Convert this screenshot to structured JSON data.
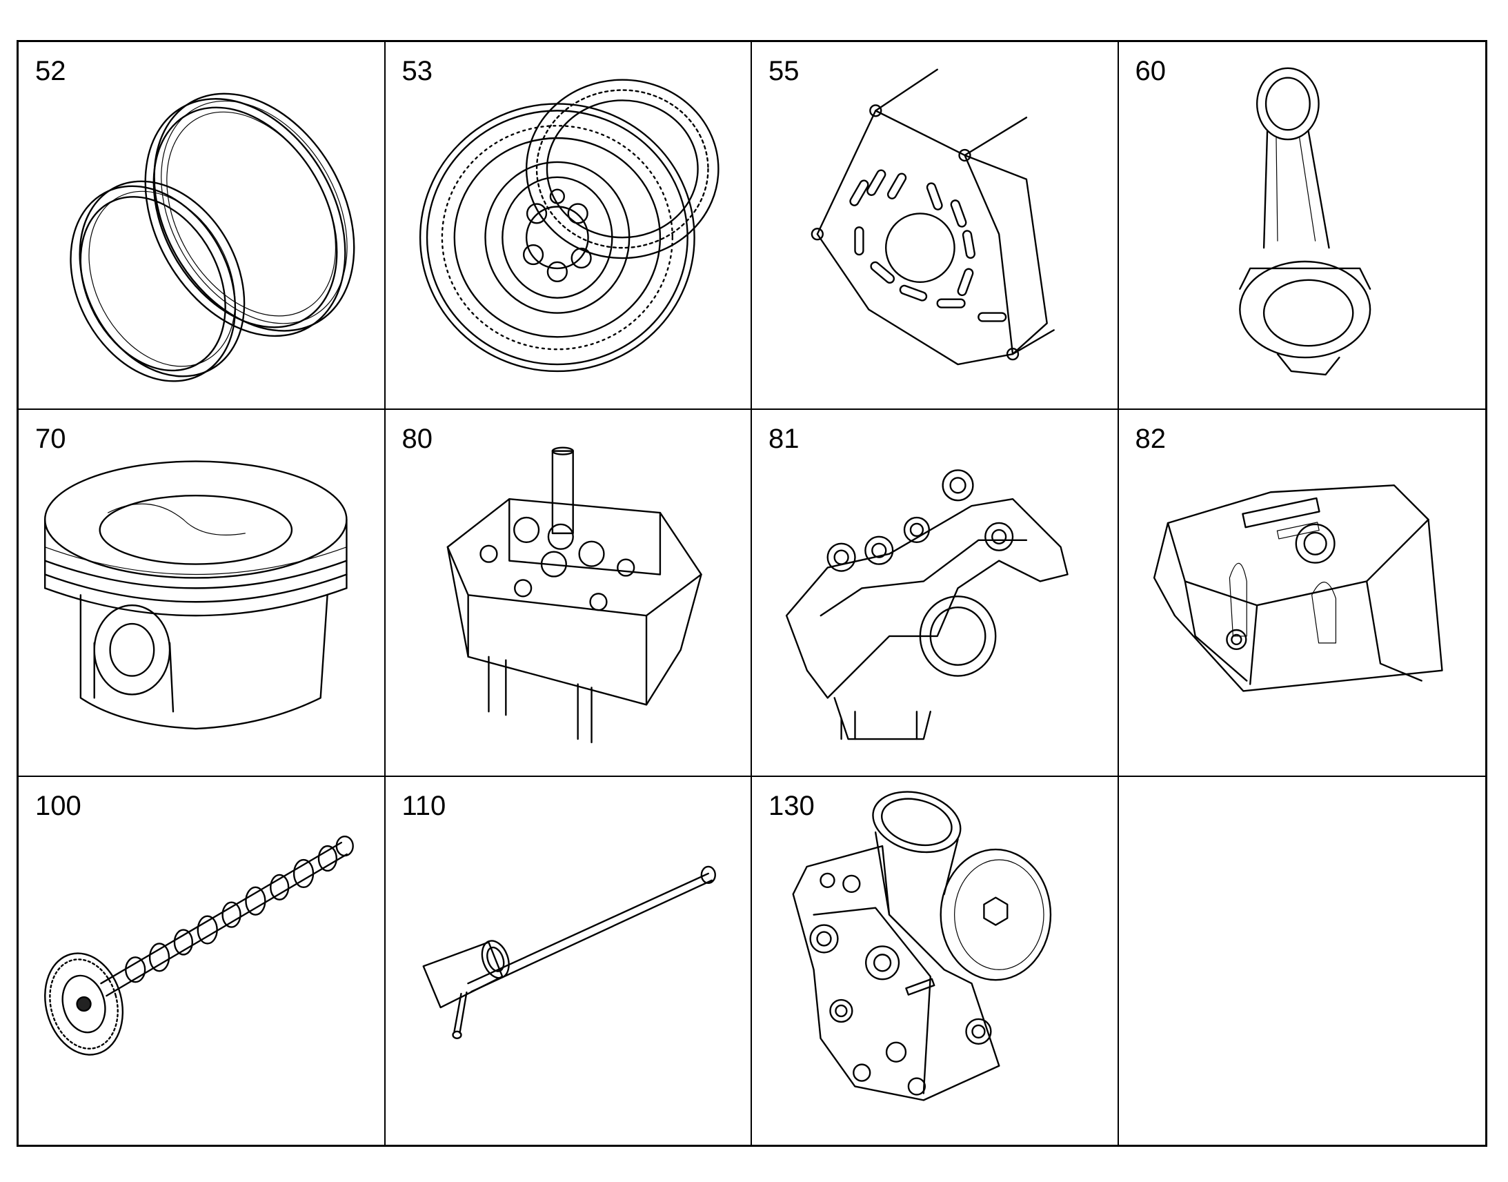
{
  "parts": [
    {
      "number": "52",
      "icon": "seal-rings-icon"
    },
    {
      "number": "53",
      "icon": "flywheel-gear-icon"
    },
    {
      "number": "55",
      "icon": "cover-plate-icon"
    },
    {
      "number": "60",
      "icon": "connecting-rod-icon"
    },
    {
      "number": "70",
      "icon": "piston-icon"
    },
    {
      "number": "80",
      "icon": "cylinder-head-icon"
    },
    {
      "number": "81",
      "icon": "rocker-arm-assembly-icon"
    },
    {
      "number": "82",
      "icon": "valve-cover-icon"
    },
    {
      "number": "100",
      "icon": "camshaft-icon"
    },
    {
      "number": "110",
      "icon": "push-rod-tool-icon"
    },
    {
      "number": "130",
      "icon": "oil-filter-housing-icon"
    },
    {
      "number": "",
      "icon": ""
    }
  ]
}
